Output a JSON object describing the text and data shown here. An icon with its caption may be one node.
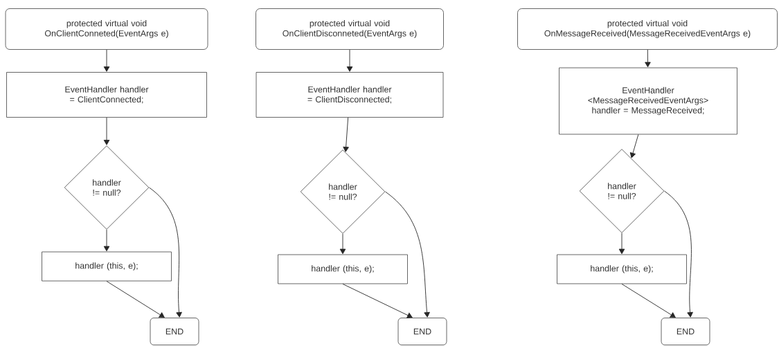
{
  "diagram": {
    "nodes": [
      {
        "text": [
          "protected virtual void OnClientConneted(EventArgs e)"
        ]
      },
      {
        "text": [
          "EventHandler handler = ClientConnected;"
        ]
      },
      {
        "text": [
          "handler != null?"
        ]
      },
      {
        "text": [
          "handler (this, e);"
        ]
      },
      {
        "text": [
          "END"
        ]
      },
      {
        "text": [
          "protected virtual void OnClientDisconneted(EventArgs e)"
        ]
      },
      {
        "text": [
          "EventHandler handler = ClientDisconnected;"
        ]
      },
      {
        "text": [
          "handler != null?"
        ]
      },
      {
        "text": [
          "handler (this, e);"
        ]
      },
      {
        "text": [
          "END"
        ]
      },
      {
        "text": [
          "protected virtual void OnMessageReceived(MessageReceivedEventArgs e)"
        ]
      },
      {
        "text": [
          "EventHandler <MessageReceivedEventArgs> handler = MessageReceived;"
        ]
      },
      {
        "text": [
          "handler != null?"
        ]
      },
      {
        "text": [
          "handler (this, e);"
        ]
      },
      {
        "text": [
          "END"
        ]
      }
    ],
    "edges": [
      {
        "from": 0,
        "to": 1,
        "arrow": "to"
      },
      {
        "from": 1,
        "to": 2,
        "arrow": "to"
      },
      {
        "from": 2,
        "to": 3,
        "arrow": "to"
      },
      {
        "from": 3,
        "to": 4,
        "arrow": "to"
      },
      {
        "from": 2,
        "to": 4,
        "arrow": "to"
      },
      {
        "from": 5,
        "to": 6,
        "arrow": "to"
      },
      {
        "from": 6,
        "to": 7,
        "arrow": "to"
      },
      {
        "from": 7,
        "to": 8,
        "arrow": "to"
      },
      {
        "from": 8,
        "to": 9,
        "arrow": "to"
      },
      {
        "from": 7,
        "to": 9,
        "arrow": "to"
      },
      {
        "from": 10,
        "to": 11,
        "arrow": "to"
      },
      {
        "from": 11,
        "to": 12,
        "arrow": "to"
      },
      {
        "from": 12,
        "to": 13,
        "arrow": "to"
      },
      {
        "from": 13,
        "to": 14,
        "arrow": "to"
      },
      {
        "from": 12,
        "to": 14,
        "arrow": "to"
      }
    ]
  }
}
